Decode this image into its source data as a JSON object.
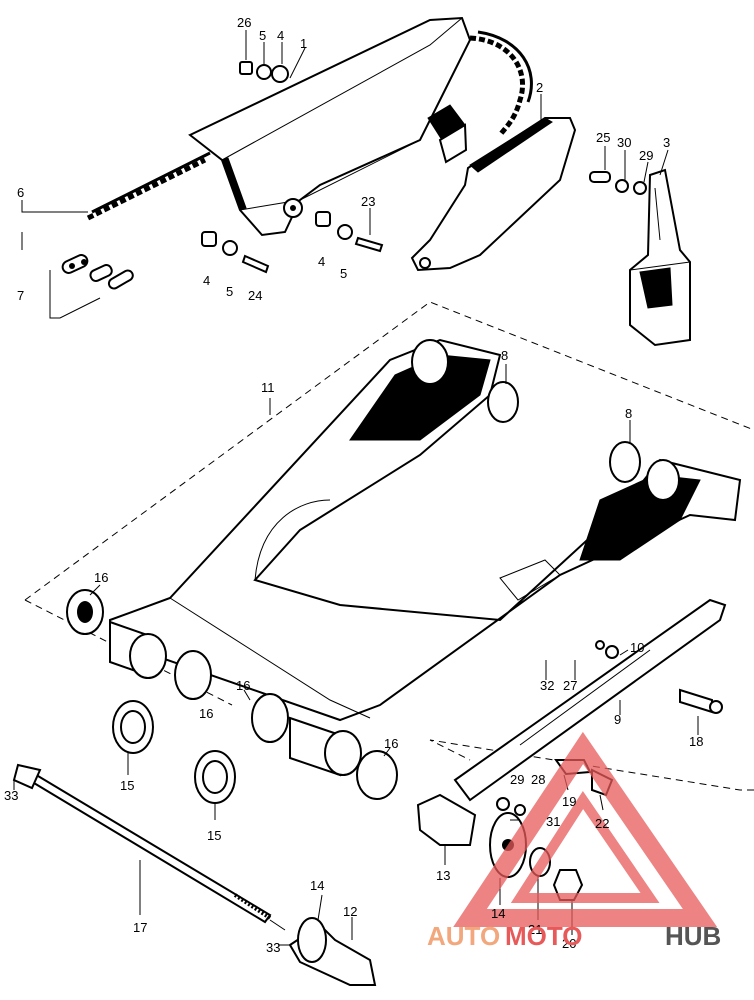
{
  "labels": [
    {
      "id": "l26a",
      "text": "26"
    },
    {
      "id": "l5a",
      "text": "5"
    },
    {
      "id": "l4a",
      "text": "4"
    },
    {
      "id": "l1",
      "text": "1"
    },
    {
      "id": "l2",
      "text": "2"
    },
    {
      "id": "l25",
      "text": "25"
    },
    {
      "id": "l30",
      "text": "30"
    },
    {
      "id": "l29a",
      "text": "29"
    },
    {
      "id": "l3",
      "text": "3"
    },
    {
      "id": "l6",
      "text": "6"
    },
    {
      "id": "l7",
      "text": "7"
    },
    {
      "id": "l23",
      "text": "23"
    },
    {
      "id": "l4b",
      "text": "4"
    },
    {
      "id": "l5b",
      "text": "5"
    },
    {
      "id": "l24",
      "text": "24"
    },
    {
      "id": "l4c",
      "text": "4"
    },
    {
      "id": "l5c",
      "text": "5"
    },
    {
      "id": "l8a",
      "text": "8"
    },
    {
      "id": "l8b",
      "text": "8"
    },
    {
      "id": "l11",
      "text": "11"
    },
    {
      "id": "l16a",
      "text": "16"
    },
    {
      "id": "l16b",
      "text": "16"
    },
    {
      "id": "l16c",
      "text": "16"
    },
    {
      "id": "l16d",
      "text": "16"
    },
    {
      "id": "l10",
      "text": "10"
    },
    {
      "id": "l32",
      "text": "32"
    },
    {
      "id": "l27",
      "text": "27"
    },
    {
      "id": "l9",
      "text": "9"
    },
    {
      "id": "l18",
      "text": "18"
    },
    {
      "id": "l15a",
      "text": "15"
    },
    {
      "id": "l15b",
      "text": "15"
    },
    {
      "id": "l33a",
      "text": "33"
    },
    {
      "id": "l29b",
      "text": "29"
    },
    {
      "id": "l28",
      "text": "28"
    },
    {
      "id": "l19",
      "text": "19"
    },
    {
      "id": "l22",
      "text": "22"
    },
    {
      "id": "l31",
      "text": "31"
    },
    {
      "id": "l13",
      "text": "13"
    },
    {
      "id": "l17",
      "text": "17"
    },
    {
      "id": "l14a",
      "text": "14"
    },
    {
      "id": "l12",
      "text": "12"
    },
    {
      "id": "l33b",
      "text": "33"
    },
    {
      "id": "l14b",
      "text": "14"
    },
    {
      "id": "l21",
      "text": "21"
    },
    {
      "id": "l20",
      "text": "20"
    }
  ],
  "watermark": {
    "part1": "AUTO",
    "part2": "MOTO",
    "part3": "HUB",
    "color_auto": "#f2a77c",
    "color_moto": "#e85a5a",
    "color_hub": "#555555"
  }
}
